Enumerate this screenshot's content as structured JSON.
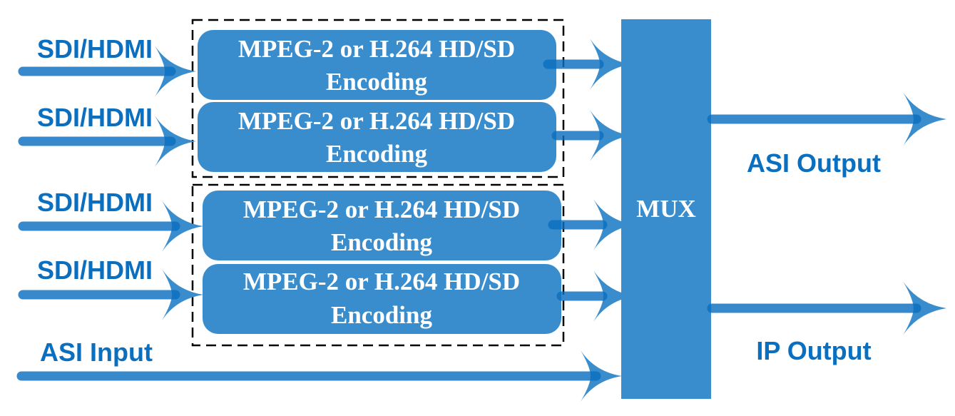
{
  "inputs": [
    {
      "label": "SDI/HDMI"
    },
    {
      "label": "SDI/HDMI"
    },
    {
      "label": "SDI/HDMI"
    },
    {
      "label": "SDI/HDMI"
    }
  ],
  "asi_input": {
    "label": "ASI Input"
  },
  "encoders": [
    {
      "line1": "MPEG-2 or H.264 HD/SD",
      "line2": "Encoding"
    },
    {
      "line1": "MPEG-2 or H.264 HD/SD",
      "line2": "Encoding"
    },
    {
      "line1": "MPEG-2 or H.264 HD/SD",
      "line2": "Encoding"
    },
    {
      "line1": "MPEG-2 or H.264 HD/SD",
      "line2": "Encoding"
    }
  ],
  "mux": {
    "label": "MUX"
  },
  "outputs": [
    {
      "label": "ASI Output"
    },
    {
      "label": "IP Output"
    }
  ],
  "colors": {
    "box": "#3a8dcc",
    "text": "#0b6fc0"
  }
}
